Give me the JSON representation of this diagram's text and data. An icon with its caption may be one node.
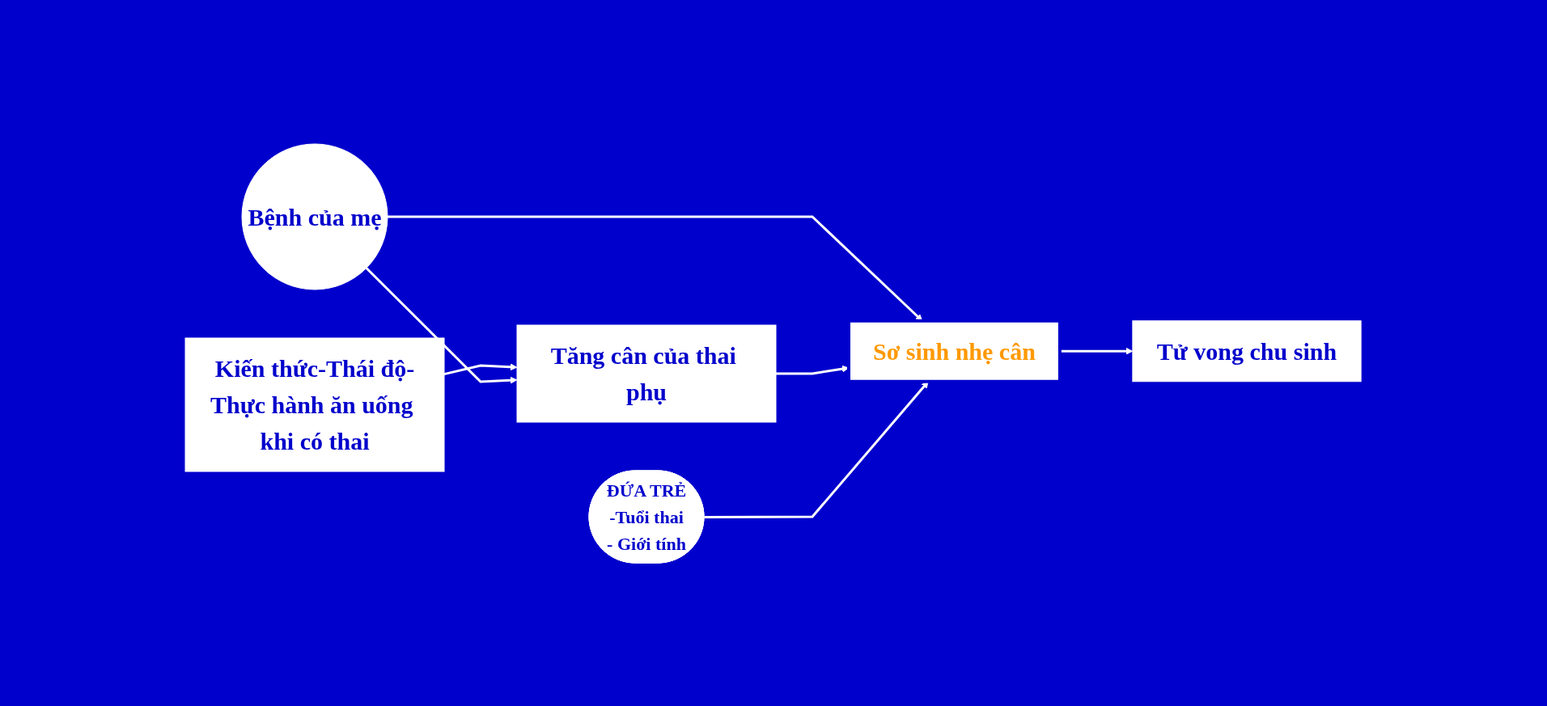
{
  "diagram": {
    "nodes": [
      {
        "text": [
          "Bệnh của mẹ"
        ]
      },
      {
        "text": [
          "Kiến thức-Thái độ-Thực hành ăn uống khi có thai"
        ]
      },
      {
        "text": [
          "Tăng cân của thai phụ"
        ]
      },
      {
        "text": [
          "Sơ sinh nhẹ cân"
        ]
      },
      {
        "text": [
          "Tử vong chu sinh"
        ]
      },
      {
        "text": [
          "ĐỨA TRẺ",
          "-Tuổi thai",
          "- Giới tính"
        ]
      }
    ],
    "edges": [
      {
        "from": 1,
        "to": 2,
        "arrow": "to"
      },
      {
        "from": 0,
        "to": 2,
        "arrow": "to"
      },
      {
        "from": 0,
        "to": 3,
        "arrow": "to"
      },
      {
        "from": 2,
        "to": 3,
        "arrow": "to"
      },
      {
        "from": 3,
        "to": 4,
        "arrow": "to"
      },
      {
        "from": 5,
        "to": 3,
        "arrow": "to"
      }
    ]
  }
}
